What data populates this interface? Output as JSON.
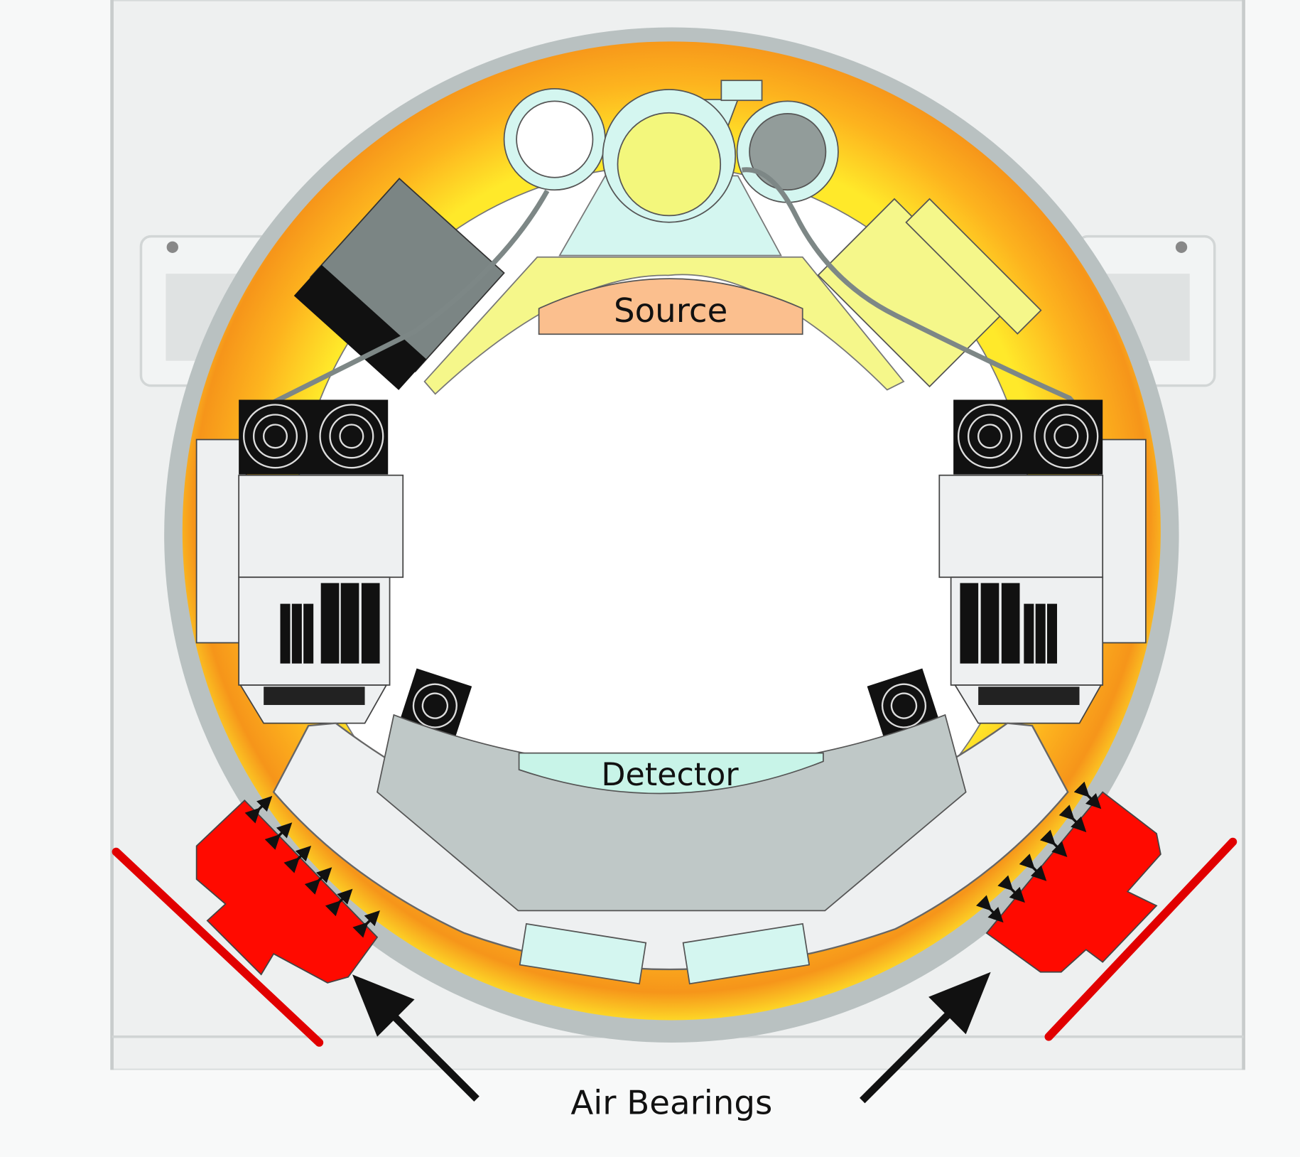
{
  "diagram": {
    "labels": {
      "source": "Source",
      "detector": "Detector",
      "air_bearings": "Air Bearings"
    },
    "colors": {
      "ring_outer": "#f39a1b",
      "ring_inner": "#ffee2a",
      "bearing": "#ff0a00",
      "source_box": "#fbbf8e",
      "detector_box": "#c8f4e8",
      "gray_frame": "#b8c0c0",
      "tray_yellow": "#f5f78a",
      "cyan_light": "#d4f6f0"
    }
  }
}
